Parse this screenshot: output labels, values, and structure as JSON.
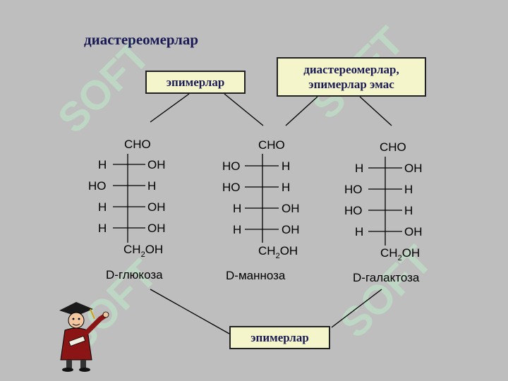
{
  "title": "диастереомерлар",
  "boxes": {
    "top_left": "эпимерлар",
    "top_right_line1": "диастереомерлар,",
    "top_right_line2": "эпимерлар эмас",
    "bottom": "эпимерлар"
  },
  "molecules": [
    {
      "name": "D-глюкоза",
      "top": "CHO",
      "rows": [
        [
          "H",
          "OH"
        ],
        [
          "HO",
          "H"
        ],
        [
          "H",
          "OH"
        ],
        [
          "H",
          "OH"
        ]
      ],
      "bottom_main": "CH",
      "bottom_sub": "2",
      "bottom_end": "OH"
    },
    {
      "name": "D-манноза",
      "top": "CHO",
      "rows": [
        [
          "HO",
          "H"
        ],
        [
          "HO",
          "H"
        ],
        [
          "H",
          "OH"
        ],
        [
          "H",
          "OH"
        ]
      ],
      "bottom_main": "CH",
      "bottom_sub": "2",
      "bottom_end": "OH"
    },
    {
      "name": "D-галактоза",
      "top": "CHO",
      "rows": [
        [
          "H",
          "OH"
        ],
        [
          "HO",
          "H"
        ],
        [
          "HO",
          "H"
        ],
        [
          "H",
          "OH"
        ]
      ],
      "bottom_main": "CH",
      "bottom_sub": "2",
      "bottom_end": "OH"
    }
  ],
  "watermark": "SOFT",
  "colors": {
    "title": "#1a1a55",
    "box_fill": "#f5f5cc",
    "background": "#bebebe"
  },
  "icons": [
    "graduate-cartoon-icon"
  ]
}
